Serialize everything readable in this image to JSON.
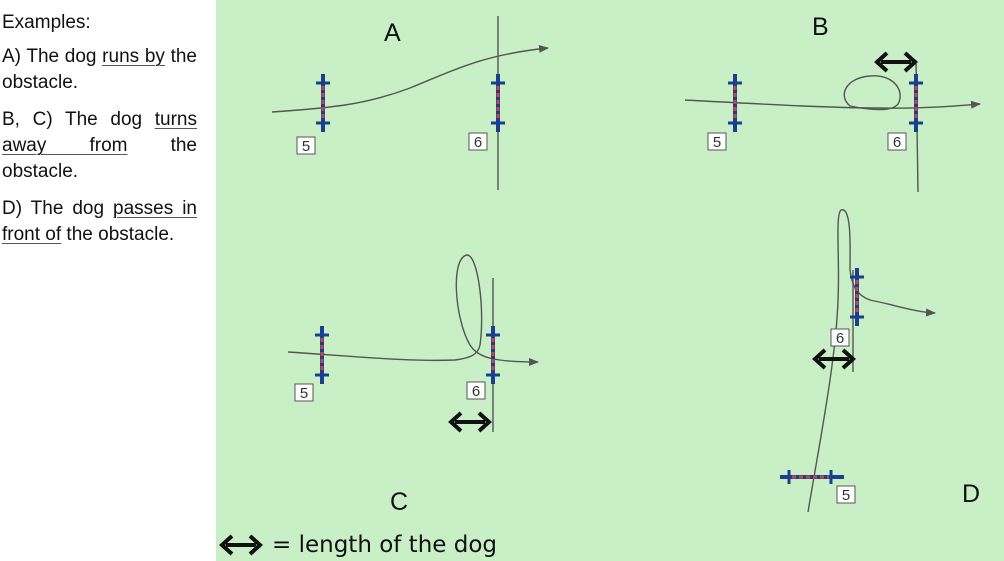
{
  "examples": {
    "heading": "Examples:",
    "a": {
      "pre": "A) The dog ",
      "term": "runs by",
      "post": " the obstacle."
    },
    "bc": {
      "pre": "B, C) The dog ",
      "term": "turns away from",
      "post": " the obstacle."
    },
    "d": {
      "pre": "D) The dog ",
      "term": "passes in front of",
      "post": " the obstacle."
    }
  },
  "panels": {
    "a": {
      "letter": "A",
      "first": "5",
      "second": "6"
    },
    "b": {
      "letter": "B",
      "first": "5",
      "second": "6"
    },
    "c": {
      "letter": "C",
      "first": "5",
      "second": "6"
    },
    "d": {
      "letter": "D",
      "first": "5",
      "second": "6"
    }
  },
  "legend": {
    "text": "= length of the dog",
    "icon": "double-arrow-icon"
  },
  "colors": {
    "background": "#c8efc5",
    "pole_blue": "#1b3f8f",
    "bar_red": "#b73a3a",
    "path": "#555555"
  }
}
